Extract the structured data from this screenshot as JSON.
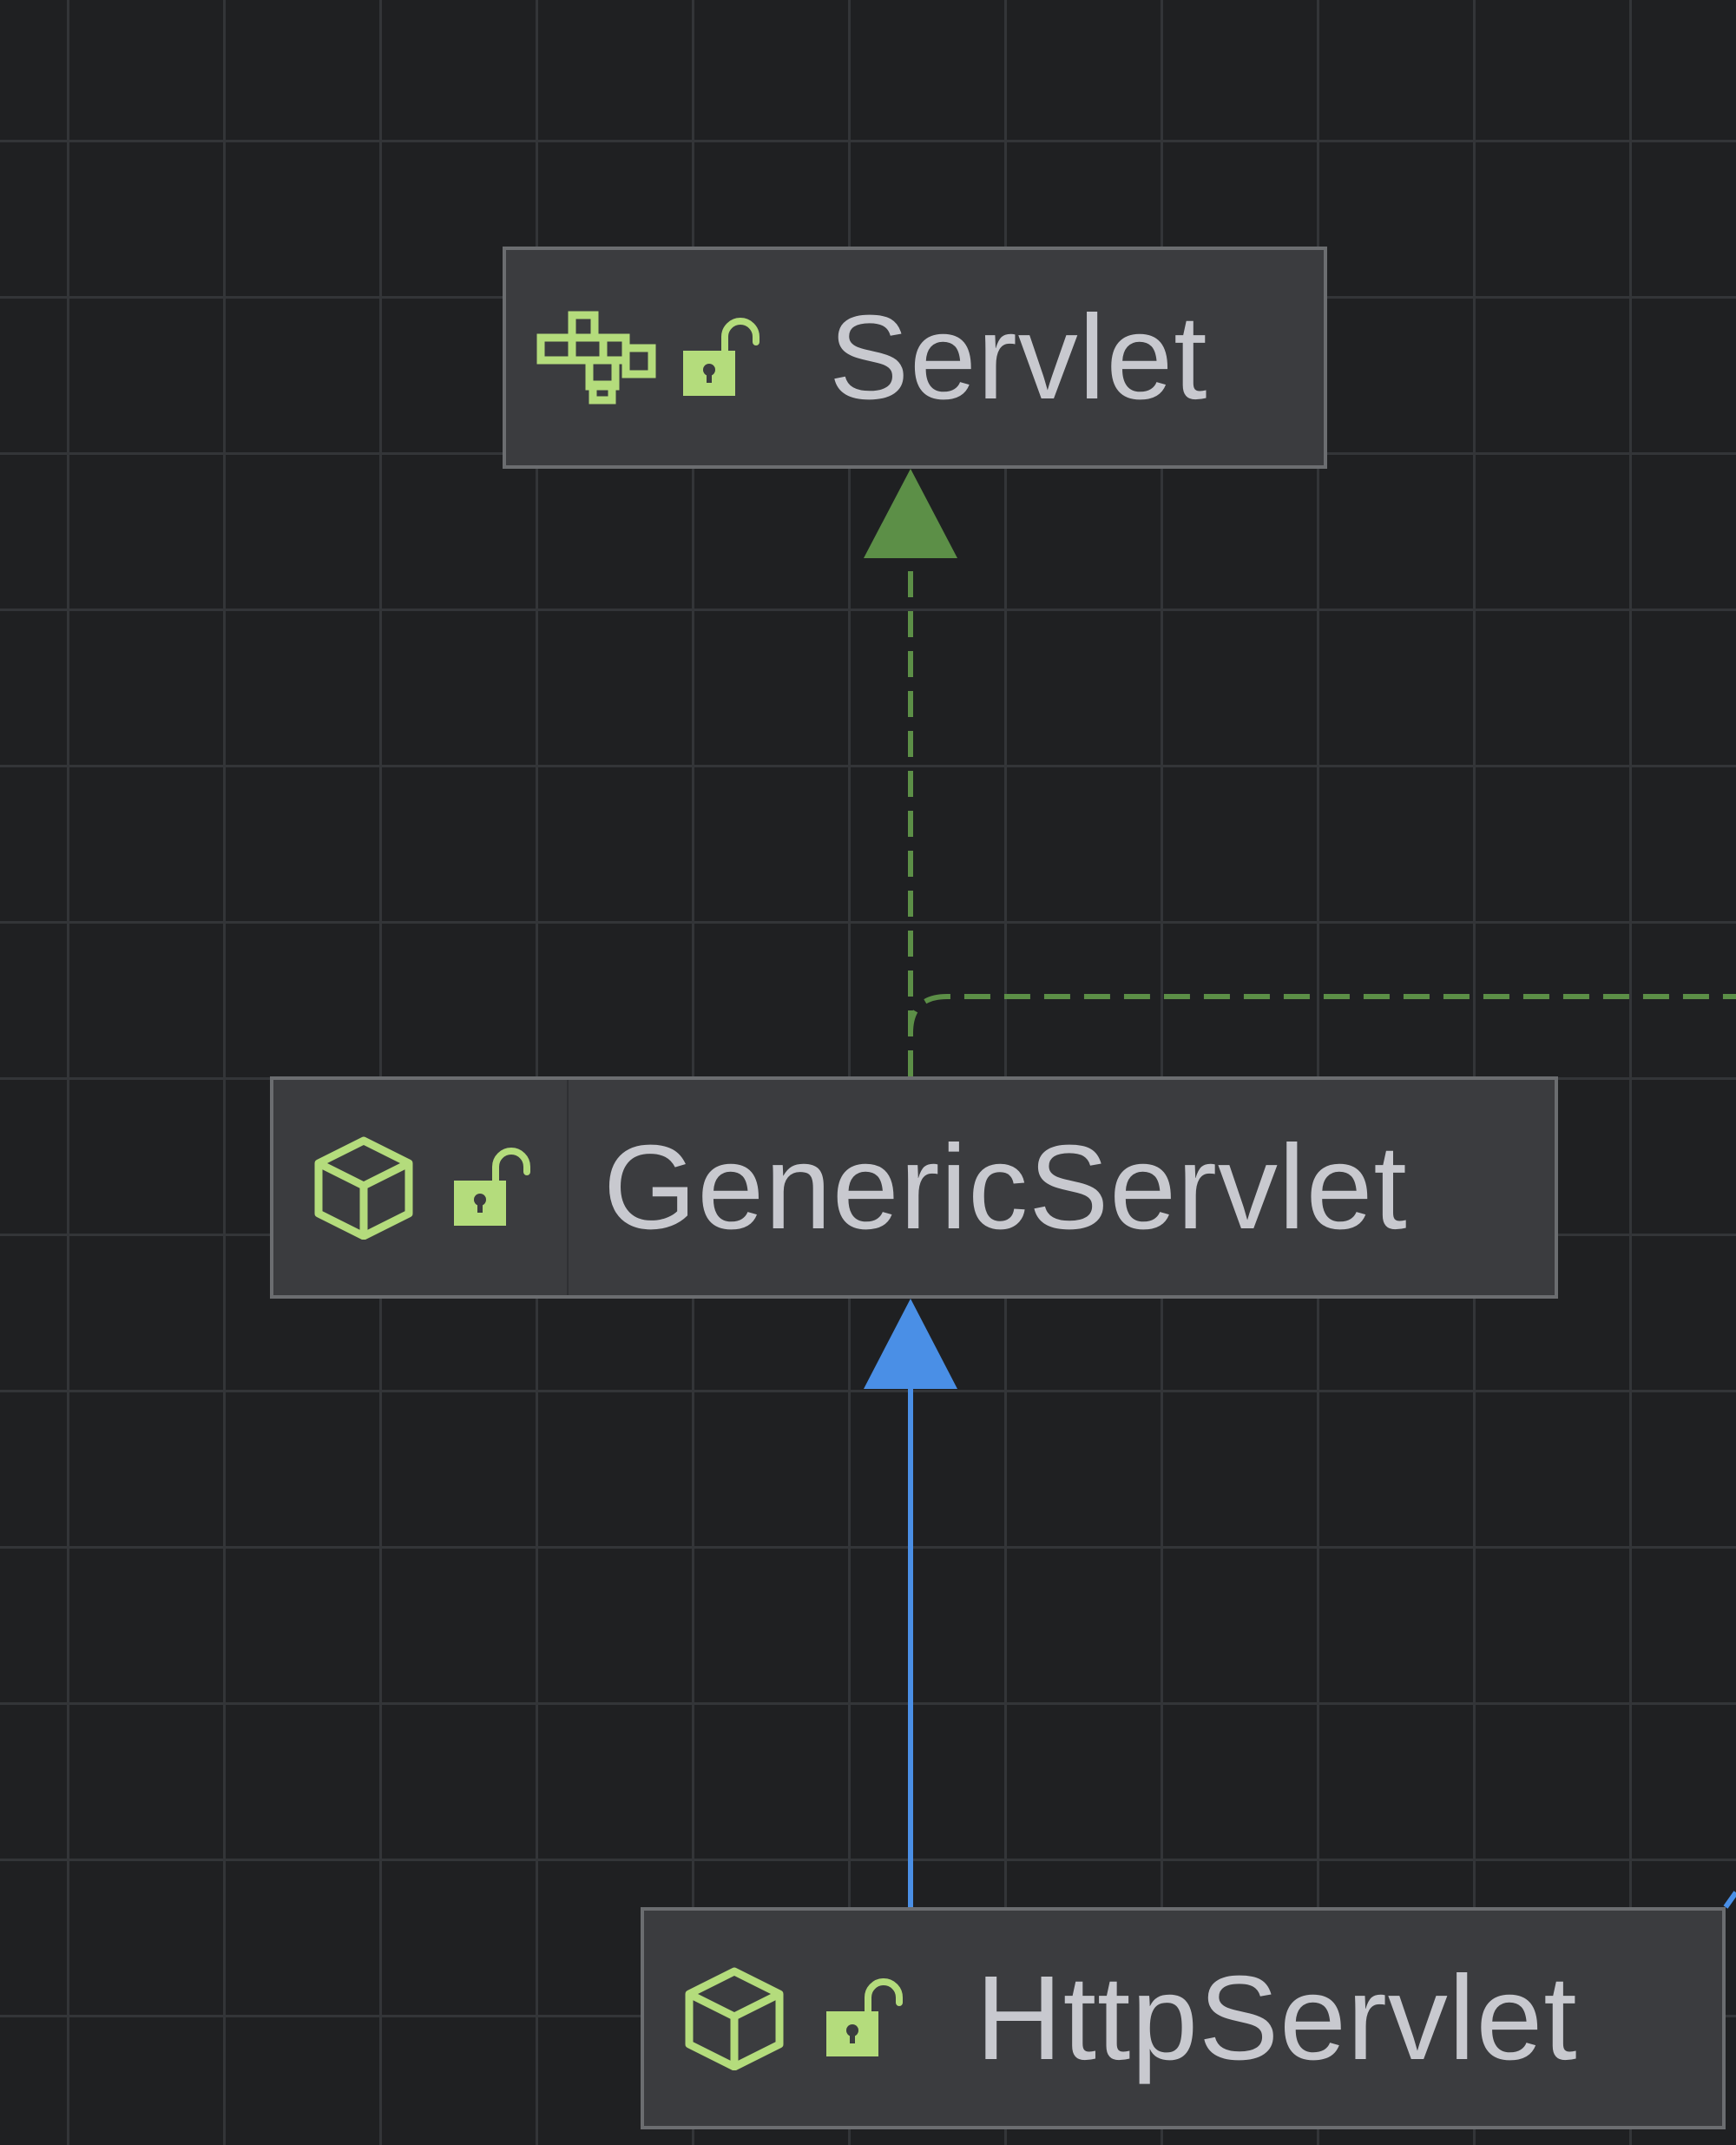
{
  "diagram": {
    "nodes": [
      {
        "id": "servlet",
        "label": "Servlet",
        "kind": "interface",
        "kind_icon": "interface-icon",
        "visibility_icon": "unlocked-icon"
      },
      {
        "id": "generic",
        "label": "GenericServlet",
        "kind": "class",
        "kind_icon": "class-icon",
        "visibility_icon": "unlocked-icon"
      },
      {
        "id": "http",
        "label": "HttpServlet",
        "kind": "class",
        "kind_icon": "class-icon",
        "visibility_icon": "unlocked-icon"
      }
    ],
    "edges": [
      {
        "from": "generic",
        "to": "servlet",
        "relation": "implements",
        "style": "dashed",
        "color": "#5c8f47"
      },
      {
        "from": "generic",
        "to": "offscreen-right",
        "relation": "implements",
        "style": "dashed",
        "color": "#5c8f47"
      },
      {
        "from": "http",
        "to": "generic",
        "relation": "extends",
        "style": "solid",
        "color": "#4a8fe6"
      }
    ]
  },
  "colors": {
    "background": "#1f2022",
    "grid": "#333538",
    "node_fill": "#3b3c3f",
    "node_border": "#6b6d70",
    "label_text": "#c8c9cf",
    "icon_green": "#b4dc7c",
    "implements_edge": "#5c8f47",
    "extends_edge": "#4a8fe6"
  }
}
